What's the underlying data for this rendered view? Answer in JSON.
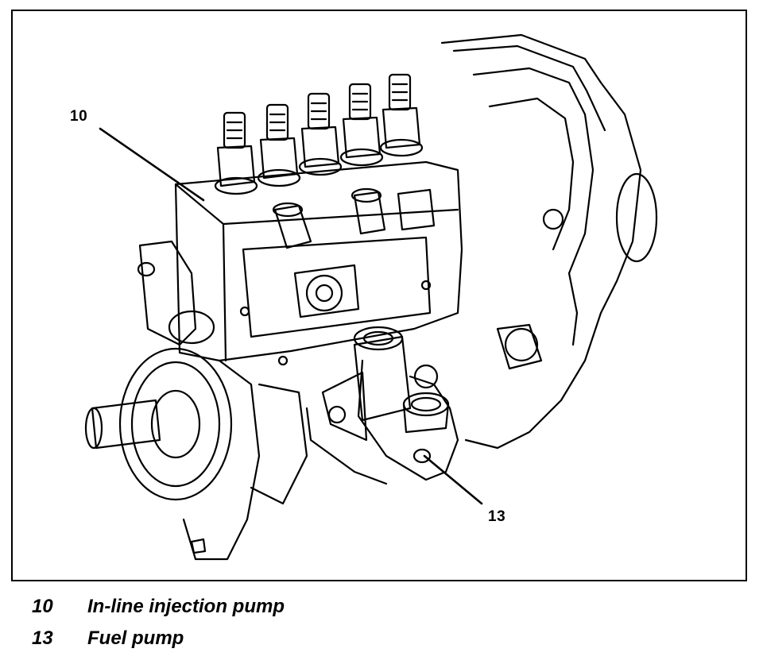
{
  "figure": {
    "callouts": [
      {
        "number": "10"
      },
      {
        "number": "13"
      }
    ]
  },
  "legend": [
    {
      "number": "10",
      "label": "In-line injection pump"
    },
    {
      "number": "13",
      "label": "Fuel pump"
    }
  ]
}
